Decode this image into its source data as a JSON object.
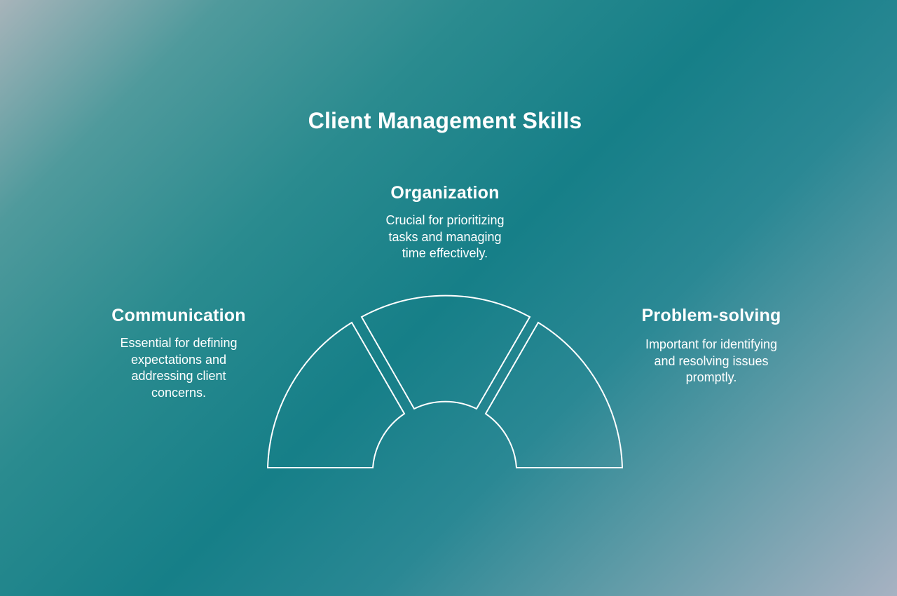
{
  "title": "Client Management Skills",
  "segments": [
    {
      "id": "communication",
      "heading": "Communication",
      "description": "Essential for defining\nexpectations and\naddressing client\nconcerns."
    },
    {
      "id": "organization",
      "heading": "Organization",
      "description": "Crucial for prioritizing\ntasks and managing\ntime effectively."
    },
    {
      "id": "problem-solving",
      "heading": "Problem-solving",
      "description": "Important for identifying\nand resolving issues\npromptly."
    }
  ],
  "colors": {
    "text": "#ffffff",
    "outline": "#ffffff",
    "background_start": "#a7b4ba",
    "background_mid": "#167f88",
    "background_end": "#a7b2c2"
  }
}
